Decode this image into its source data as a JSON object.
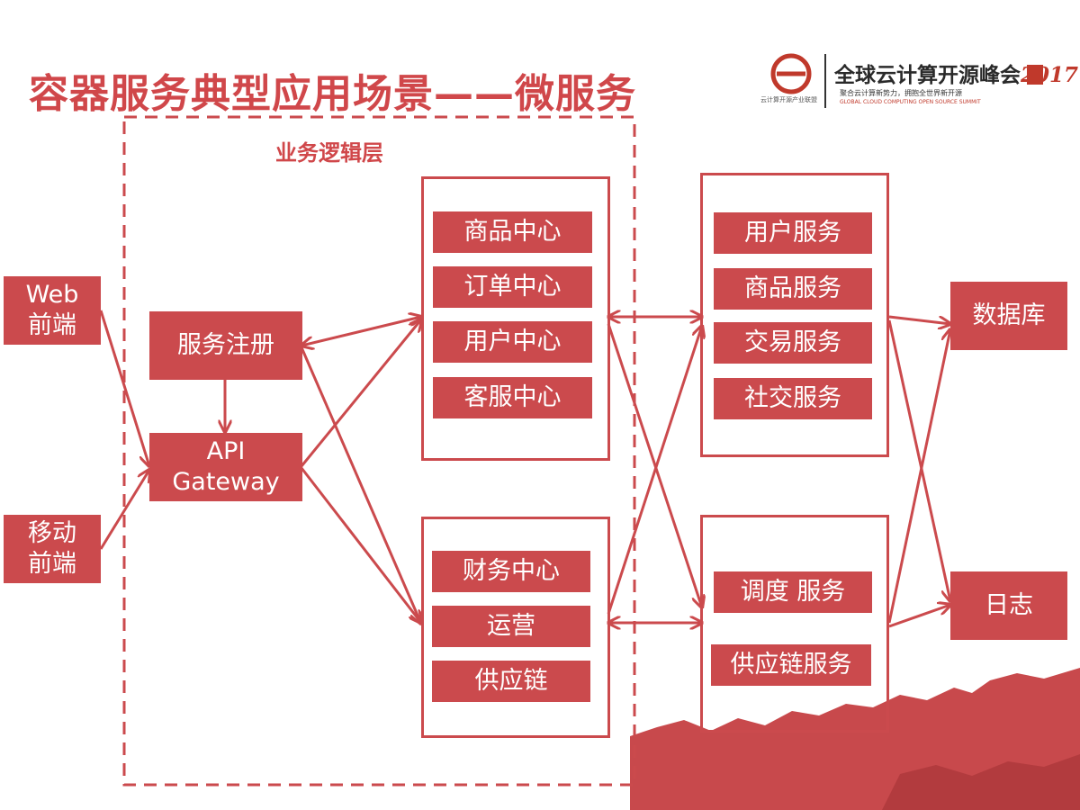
{
  "title": "容器服务典型应用场景——微服务",
  "logo": {
    "org_text": "云计算开源产业联盟",
    "summit_text": "全球云计算开源峰会",
    "year": "2017",
    "slogan": "聚合云计算新势力，拥抱全世界新开源",
    "english": "GLOBAL CLOUD COMPUTING OPEN SOURCE SUMMIT"
  },
  "layer_label": "业务逻辑层",
  "clients": [
    "Web\n前端",
    "移动\n前端"
  ],
  "gateway_layer": {
    "registry": "服务注册",
    "gateway": "API\nGateway"
  },
  "center_groups": [
    [
      "商品中心",
      "订单中心",
      "用户中心",
      "客服中心"
    ],
    [
      "财务中心",
      "运营",
      "供应链"
    ]
  ],
  "service_groups": [
    [
      "用户服务",
      "商品服务",
      "交易服务",
      "社交服务"
    ],
    [
      "调度 服务",
      "供应链服务"
    ]
  ],
  "storage": [
    "数据库",
    "日志"
  ],
  "colors": {
    "accent": "#cb4a4d",
    "title": "#d0474a",
    "background": "#ffffff"
  }
}
